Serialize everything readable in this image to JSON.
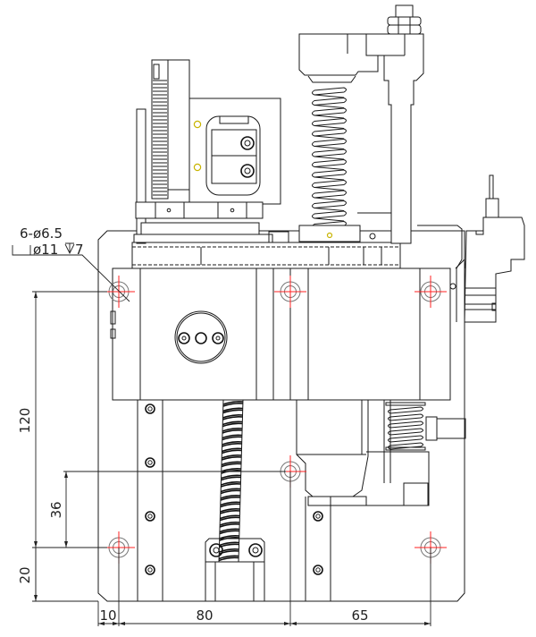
{
  "drawing": {
    "type": "mechanical-front-view",
    "colors": {
      "line": "#1a1a1a",
      "centerline": "#ff2020",
      "hole_outline": "#777777",
      "marker": "#c8b400",
      "background": "#ffffff"
    }
  },
  "annotations": {
    "hole_callout_line1": "6-ø6.5",
    "hole_callout_line2": "ø11",
    "hole_callout_depth": "7"
  },
  "dimensions": {
    "vertical": [
      {
        "id": "dim-120",
        "label": "120"
      },
      {
        "id": "dim-36",
        "label": "36"
      },
      {
        "id": "dim-20",
        "label": "20"
      }
    ],
    "horizontal": [
      {
        "id": "dim-10",
        "label": "10"
      },
      {
        "id": "dim-80",
        "label": "80"
      },
      {
        "id": "dim-65",
        "label": "65"
      }
    ]
  },
  "mounting_holes": {
    "count": 6
  }
}
